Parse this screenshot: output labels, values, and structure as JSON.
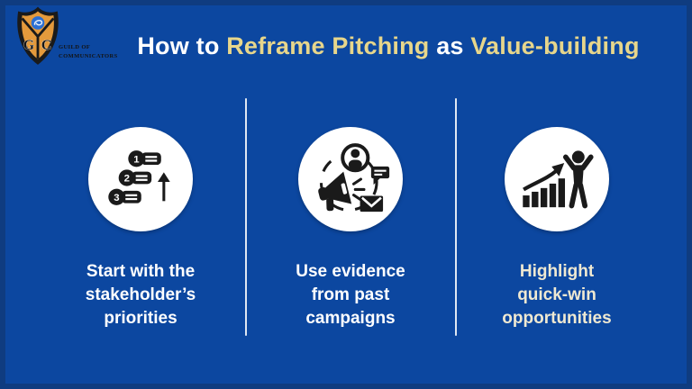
{
  "page": {
    "background_color": "#0c47a0",
    "border_color": "#0f3c80",
    "divider_color": "#dfe7f2"
  },
  "logo": {
    "shield_letter_left": "G",
    "shield_letter_right": "C",
    "org_line1": "GUILD OF",
    "org_line2": "COMMUNICATORS",
    "shield_fill_color": "#e49a3c",
    "shield_outline_color": "#1a1a1a",
    "emblem_color": "#2b6fd3"
  },
  "title": {
    "segments": [
      {
        "text": "How to ",
        "color": "#ffffff"
      },
      {
        "text": "Reframe Pitching ",
        "color": "#e7d68b"
      },
      {
        "text": "as ",
        "color": "#ffffff"
      },
      {
        "text": "Value-building",
        "color": "#e7d68b"
      }
    ]
  },
  "cards": [
    {
      "icon": "priority-list-icon",
      "lines": [
        "Start with the",
        "stakeholder’s",
        "priorities"
      ],
      "text_color": "#ffffff"
    },
    {
      "icon": "campaign-outreach-icon",
      "lines": [
        "Use evidence",
        "from past",
        "campaigns"
      ],
      "text_color": "#ffffff"
    },
    {
      "icon": "growth-success-icon",
      "lines": [
        "Highlight",
        "quick-win",
        "opportunities"
      ],
      "text_color": "#efe9d2"
    }
  ]
}
